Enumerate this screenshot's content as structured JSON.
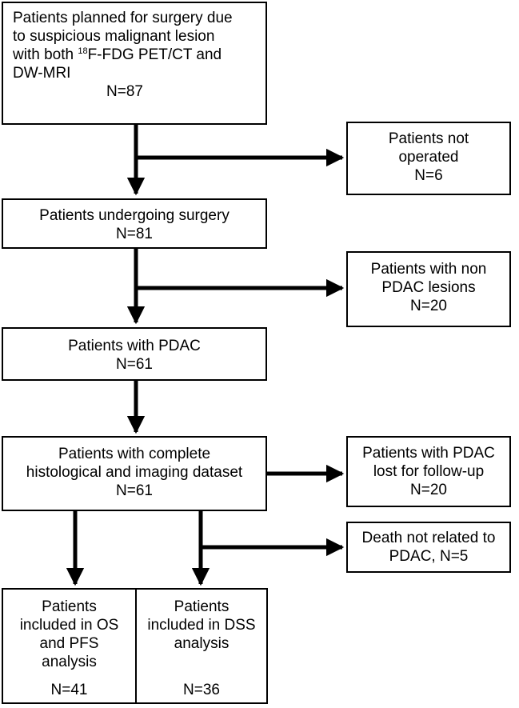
{
  "boxes": {
    "start": {
      "line1": "Patients planned for surgery due",
      "line2": "to suspicious malignant lesion",
      "line3_prefix": "with both ",
      "line3_sup": "18",
      "line3_suffix": "F-FDG PET/CT and",
      "line4": "DW-MRI",
      "count": "N=87"
    },
    "not_operated": {
      "line1": "Patients not",
      "line2": "operated",
      "count": "N=6"
    },
    "surgery": {
      "line1": "Patients undergoing surgery",
      "count": "N=81"
    },
    "non_pdac": {
      "line1": "Patients with non",
      "line2": "PDAC lesions",
      "count": "N=20"
    },
    "pdac": {
      "line1": "Patients with PDAC",
      "count": "N=61"
    },
    "complete": {
      "line1": "Patients with complete",
      "line2": "histological and imaging dataset",
      "count": "N=61"
    },
    "lost": {
      "line1": "Patients with PDAC",
      "line2": "lost for follow-up",
      "count": "N=20"
    },
    "death": {
      "line1": "Death not related to",
      "line2": "PDAC, N=5"
    },
    "os_pfs": {
      "line1": "Patients",
      "line2": "included in OS",
      "line3": "and PFS",
      "line4": "analysis",
      "count": "N=41"
    },
    "dss": {
      "line1": "Patients",
      "line2": "included in DSS",
      "line3": "analysis",
      "count": "N=36"
    }
  }
}
